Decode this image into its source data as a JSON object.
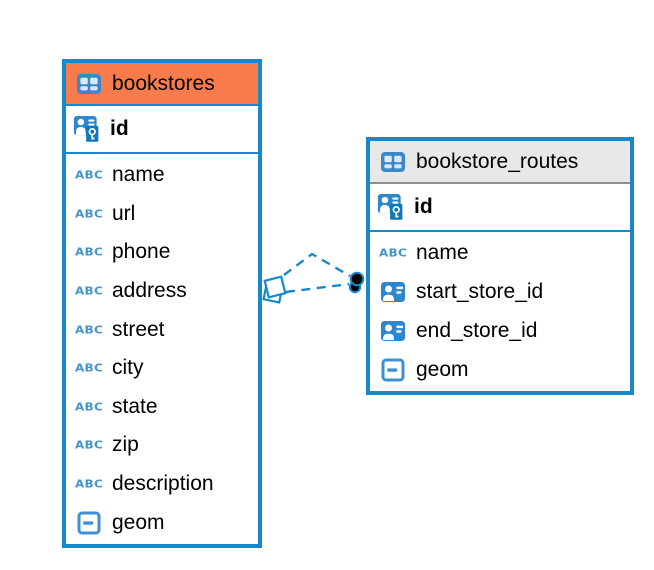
{
  "diagram": {
    "colors": {
      "accent_blue": "#1789CB",
      "bookstores_header_orange": "#F87C4B",
      "routes_header_gray": "#E8E8E8",
      "routes_header_divider_gray": "#8F8F8F",
      "icon_blue": "#2E86CB",
      "text_black": "#000000"
    },
    "tables": [
      {
        "name": "bookstores",
        "header_bg": "#F87C4B",
        "header_border": "#1789CB",
        "columns": [
          {
            "name": "id",
            "icon": "primary-key"
          },
          {
            "name": "name",
            "icon": "text"
          },
          {
            "name": "url",
            "icon": "text"
          },
          {
            "name": "phone",
            "icon": "text"
          },
          {
            "name": "address",
            "icon": "text"
          },
          {
            "name": "street",
            "icon": "text"
          },
          {
            "name": "city",
            "icon": "text"
          },
          {
            "name": "state",
            "icon": "text"
          },
          {
            "name": "zip",
            "icon": "text"
          },
          {
            "name": "description",
            "icon": "text"
          },
          {
            "name": "geom",
            "icon": "geometry"
          }
        ]
      },
      {
        "name": "bookstore_routes",
        "header_bg": "#E8E8E8",
        "header_border": "#8F8F8F",
        "columns": [
          {
            "name": "id",
            "icon": "primary-key"
          },
          {
            "name": "name",
            "icon": "text"
          },
          {
            "name": "start_store_id",
            "icon": "reference"
          },
          {
            "name": "end_store_id",
            "icon": "reference"
          },
          {
            "name": "geom",
            "icon": "geometry"
          }
        ]
      }
    ],
    "relationships": [
      {
        "from": "bookstores",
        "to": "bookstore_routes",
        "style": "dashed"
      },
      {
        "from": "bookstores",
        "to": "bookstore_routes",
        "style": "dashed"
      }
    ]
  }
}
